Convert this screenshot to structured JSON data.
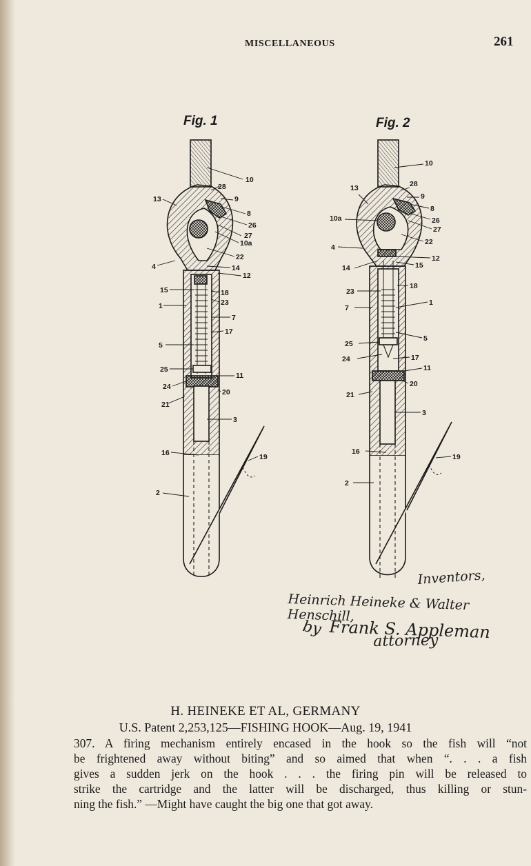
{
  "header": {
    "running_head": "MISCELLANEOUS",
    "page_number": "261"
  },
  "figures": [
    {
      "label": "Fig. 1",
      "callouts": [
        "10",
        "28",
        "13",
        "9",
        "8",
        "26",
        "27",
        "10a",
        "22",
        "4",
        "14",
        "12",
        "15",
        "18",
        "23",
        "1",
        "7",
        "17",
        "5",
        "25",
        "11",
        "24",
        "20",
        "21",
        "3",
        "16",
        "19",
        "2"
      ]
    },
    {
      "label": "Fig. 2",
      "callouts": [
        "10",
        "13",
        "28",
        "9",
        "8",
        "10a",
        "26",
        "27",
        "22",
        "4",
        "12",
        "15",
        "14",
        "18",
        "23",
        "7",
        "1",
        "5",
        "25",
        "24",
        "17",
        "11",
        "20",
        "21",
        "3",
        "16",
        "19",
        "2"
      ]
    }
  ],
  "signature": {
    "inventors_label": "Inventors,",
    "inventor_names": "Heinrich Heineke & Walter Henschill,",
    "by": "by",
    "attorney_name": "Frank S. Appleman",
    "attorney_title": "attorney"
  },
  "caption": {
    "title": "H. HEINEKE ET AL, GERMANY",
    "patent_line": "U.S. Patent 2,253,125—FISHING HOOK—Aug. 19, 1941",
    "body_lines": [
      "307. A firing mechanism entirely encased in the hook so the fish will “not",
      "be frightened away without biting” and so aimed that when “. . . a fish",
      "gives a sudden jerk on the hook . . . the firing pin will be released to",
      "strike the cartridge and the latter will be discharged, thus killing or stun-",
      "ning the fish.” —Might have caught the big one that got away."
    ]
  }
}
